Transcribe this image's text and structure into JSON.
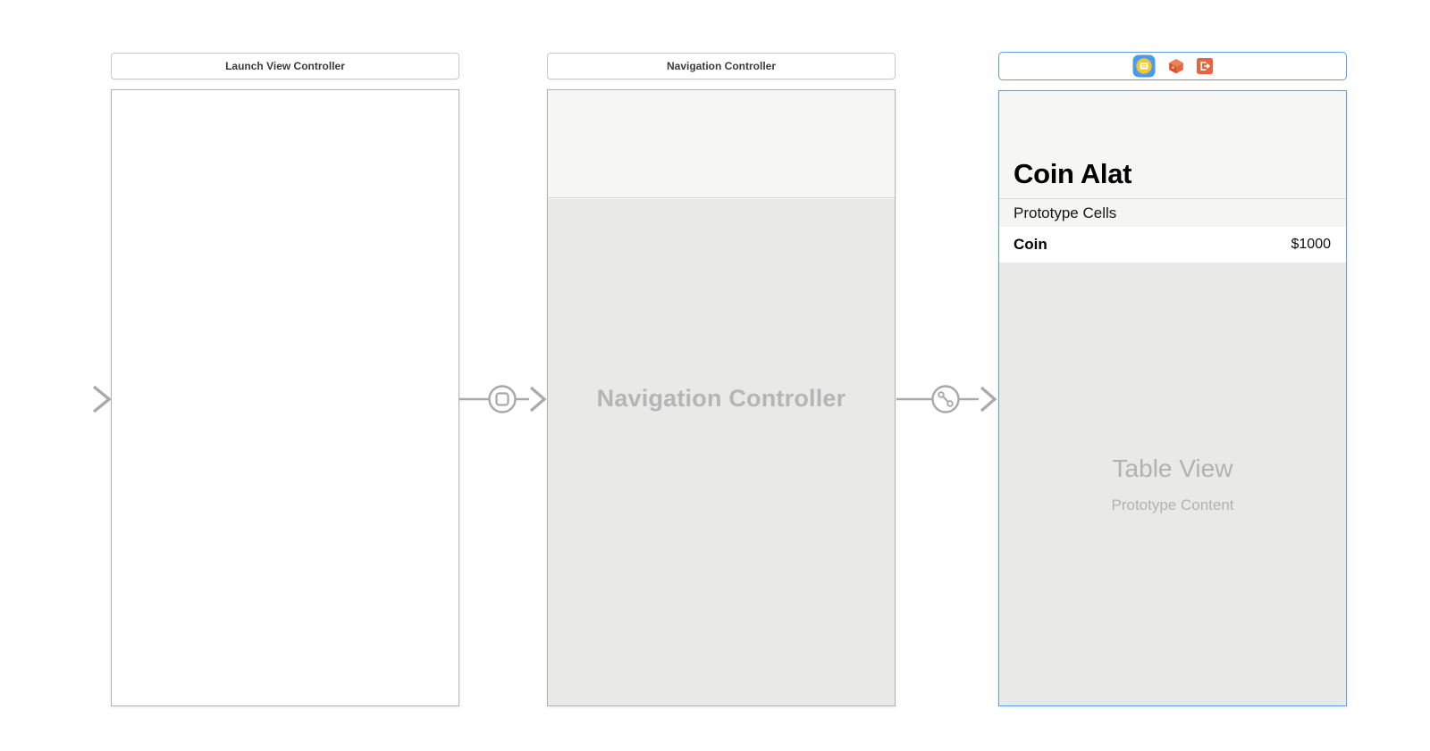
{
  "scenes": {
    "launch": {
      "title_bar": "Launch View Controller"
    },
    "navigation": {
      "title_bar": "Navigation Controller",
      "ghost_label": "Navigation Controller"
    },
    "coin": {
      "nav_title": "Coin Alat",
      "section_header": "Prototype Cells",
      "cell_title": "Coin",
      "cell_detail": "$1000",
      "table_placeholder_title": "Table View",
      "table_placeholder_subtitle": "Prototype Content",
      "dock_icons": [
        "view-controller",
        "first-responder",
        "exit"
      ]
    }
  },
  "colors": {
    "selection_blue": "#5c9fe6",
    "dock_icon_blue": "#4d9be8",
    "dock_icon_yellow": "#efc837",
    "dock_icon_orange": "#e4663e",
    "arrow_gray": "#a9a9a9",
    "frame_border": "#b4b4b4",
    "navbar_bg": "#f6f6f5",
    "section_bg": "#f5f5f4",
    "table_bg": "#e9e9e8",
    "ghost_text": "#b5b5b5"
  }
}
